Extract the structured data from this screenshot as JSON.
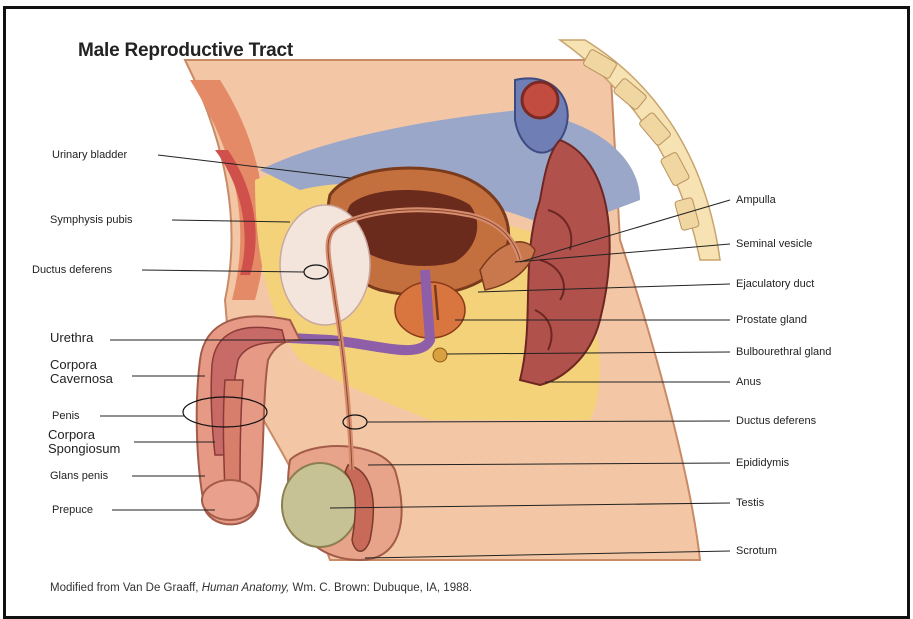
{
  "title": "Male Reproductive Tract",
  "caption": {
    "before": "Modified from Van De Graaff, ",
    "italic": "Human Anatomy,",
    "after": " Wm. C. Brown: Dubuque, IA, 1988."
  },
  "labels_left": {
    "urinary_bladder": "Urinary bladder",
    "symphysis_pubis": "Symphysis pubis",
    "ductus_deferens": "Ductus deferens",
    "urethra": "Urethra",
    "corpora_cavernosa_1": "Corpora",
    "corpora_cavernosa_2": "Cavernosa",
    "penis": "Penis",
    "corpora_spongiosum_1": "Corpora",
    "corpora_spongiosum_2": "Spongiosum",
    "glans_penis": "Glans penis",
    "prepuce": "Prepuce"
  },
  "labels_right": {
    "ampulla": "Ampulla",
    "seminal_vesicle": "Seminal vesicle",
    "ejaculatory_duct": "Ejaculatory duct",
    "prostate_gland": "Prostate gland",
    "bulbourethral_gland": "Bulbourethral gland",
    "anus": "Anus",
    "ductus_deferens": "Ductus deferens",
    "epididymis": "Epididymis",
    "testis": "Testis",
    "scrotum": "Scrotum"
  }
}
